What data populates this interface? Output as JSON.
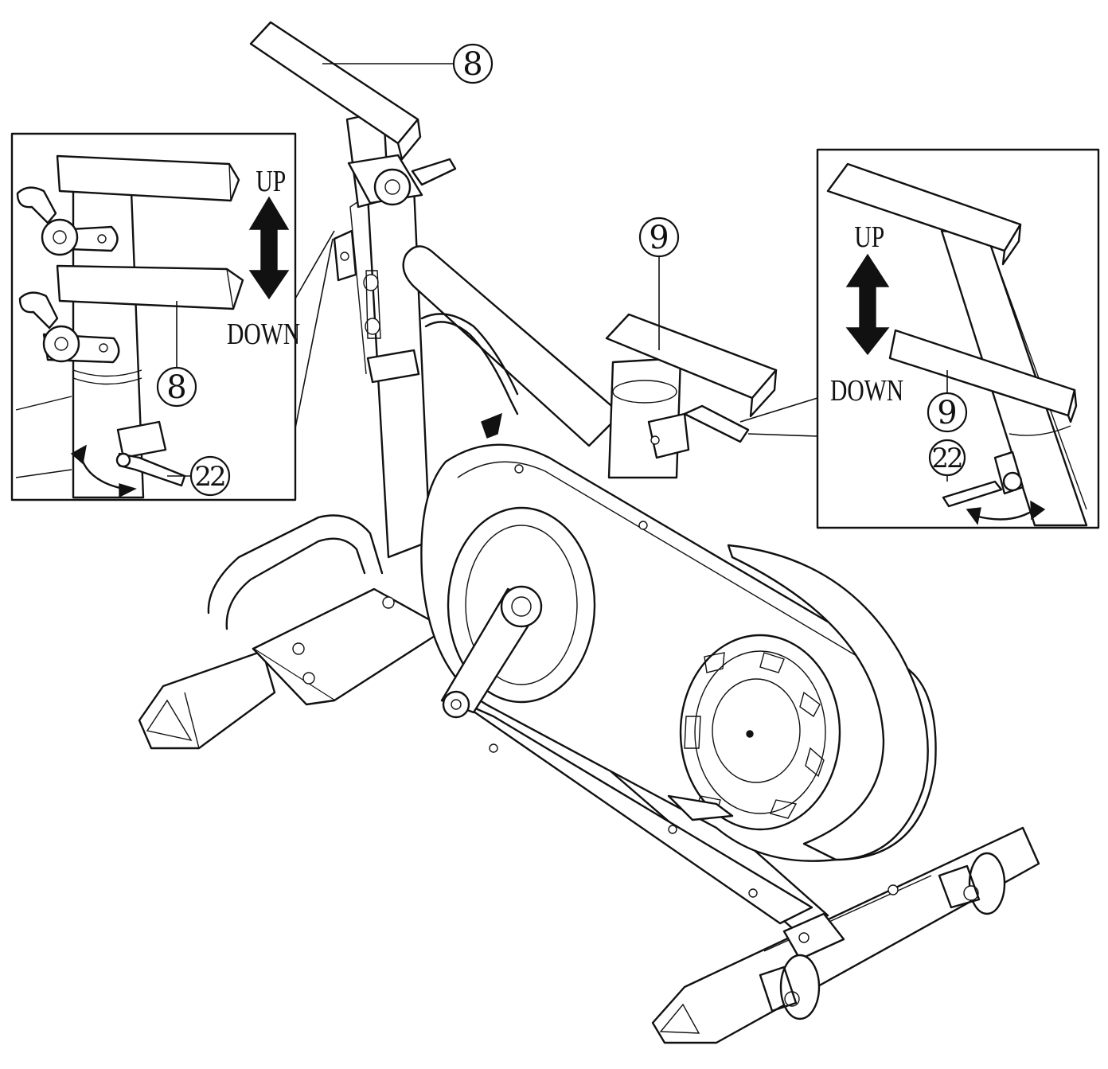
{
  "callouts": {
    "seat_post": "8",
    "handlebar_post": "9",
    "knob": "22"
  },
  "directions": {
    "up": "UP",
    "down": "DOWN"
  }
}
